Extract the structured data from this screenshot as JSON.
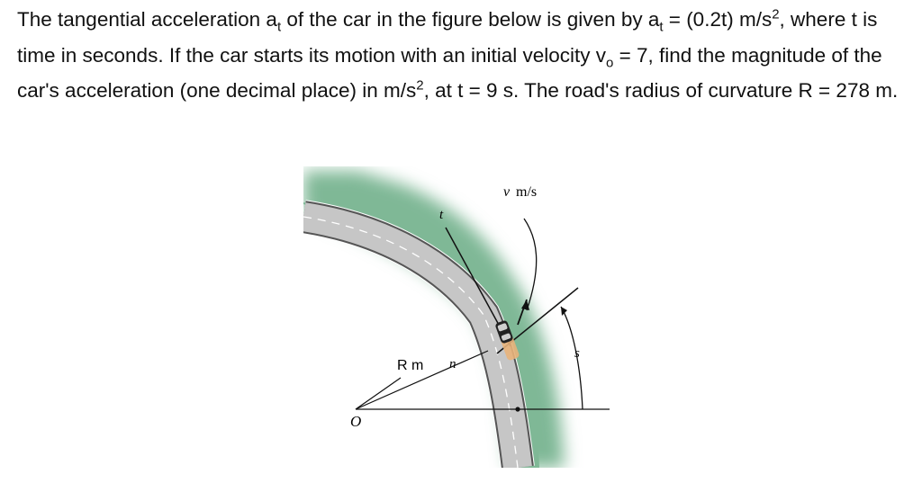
{
  "problem": {
    "p1": "The tangential acceleration a",
    "sub_t1": "t",
    "p2": " of the car in the figure below is given by a",
    "sub_t2": "t",
    "p3": " = (0.2t) m/s",
    "sup1": "2",
    "p4": ", where t is time in seconds. If the car starts its motion with an initial velocity v",
    "sub_o": "o",
    "p5": " = 7, find the magnitude of the car's acceleration (one decimal place) in m/s",
    "sup2": "2",
    "p6": ", at t = 9 s. The road's radius of curvature R = 278 m."
  },
  "figure": {
    "label_v": "v",
    "label_v_units": "m/s",
    "label_t": "t",
    "label_R": "R m",
    "label_n": "n",
    "label_s": "s",
    "label_O": "O"
  }
}
